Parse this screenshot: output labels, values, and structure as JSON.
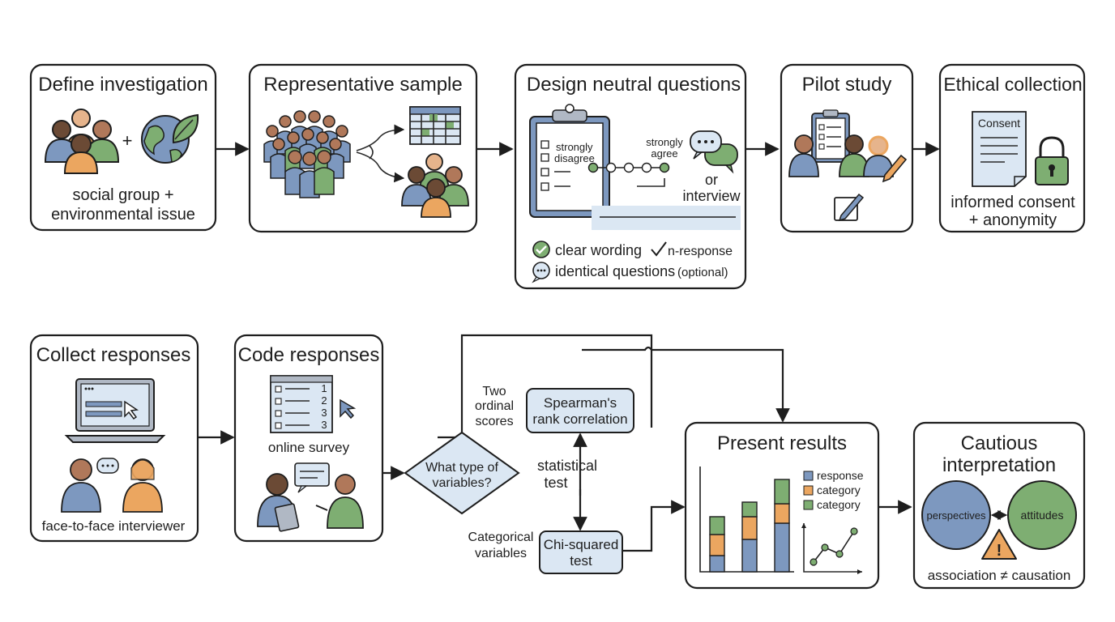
{
  "steps": {
    "define": {
      "title": "Define investigation",
      "caption_line1": "social group +",
      "caption_line2": "environmental issue",
      "plus": "+"
    },
    "sample": {
      "title": "Representative sample"
    },
    "design": {
      "title": "Design neutral questions",
      "scale_left_1": "strongly",
      "scale_left_2": "disagree",
      "scale_right_1": "strongly",
      "scale_right_2": "agree",
      "or_text": "or",
      "interview_text": "interview",
      "check1": "clear wording",
      "check2": "n-response",
      "check3_main": "identical questions",
      "check3_note": "(optional)"
    },
    "pilot": {
      "title": "Pilot study"
    },
    "ethical": {
      "title": "Ethical collection",
      "doc_label": "Consent",
      "caption_line1": "informed consent",
      "caption_line2": "+ anonymity"
    },
    "collect": {
      "title": "Collect responses",
      "caption": "face-to-face interviewer"
    },
    "code": {
      "title": "Code responses",
      "caption": "online survey",
      "codes": [
        "1",
        "2",
        "3",
        "3"
      ]
    },
    "decision": {
      "line1": "What type of",
      "line2": "variables?",
      "ordinal_1": "Two",
      "ordinal_2": "ordinal",
      "ordinal_3": "scores",
      "categorical_1": "Categorical",
      "categorical_2": "variables",
      "stat_1": "statistical",
      "stat_2": "test"
    },
    "spearman": {
      "line1": "Spearman's",
      "line2": "rank correlation"
    },
    "chi": {
      "line1": "Chi-squared",
      "line2": "test"
    },
    "present": {
      "title": "Present results",
      "legend": [
        "response",
        "category",
        "category"
      ]
    },
    "interpret": {
      "title_line1": "Cautious",
      "title_line2": "interpretation",
      "circle_left": "perspectives",
      "circle_right": "attitudes",
      "warning": "!",
      "caption": "association ≠ causation"
    }
  },
  "colors": {
    "blue": "#7d98bf",
    "light_blue": "#dbe7f3",
    "orange": "#eba660",
    "green": "#7eae72",
    "skin_dark": "#6b4a35",
    "skin_mid": "#b0785a",
    "skin_light": "#e6b48c",
    "outline": "#1e1e1e"
  },
  "chart_data": {
    "type": "bar",
    "stacked": true,
    "categories": [
      "",
      "",
      ""
    ],
    "series": [
      {
        "name": "response",
        "values": [
          1,
          2,
          3
        ]
      },
      {
        "name": "category",
        "values": [
          1.3,
          1.4,
          1.2
        ]
      },
      {
        "name": "category",
        "values": [
          1.1,
          0.9,
          1.5
        ]
      }
    ],
    "ylim": [
      0,
      6
    ]
  }
}
